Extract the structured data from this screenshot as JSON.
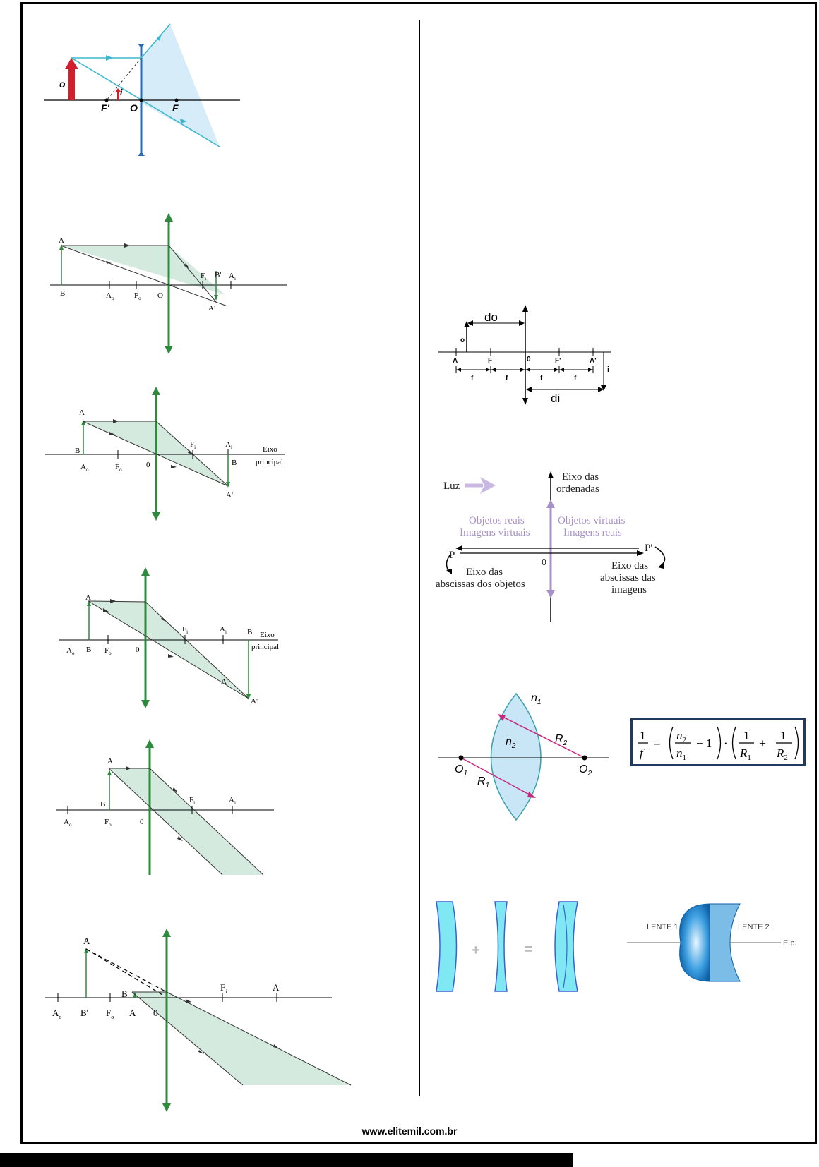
{
  "diagram1": {
    "object": "o",
    "image": "i",
    "focus_left": "F'",
    "center": "O",
    "focus_right": "F"
  },
  "diagram2": {
    "A": "A",
    "B": "B",
    "Ao": "A",
    "Ao_sub": "o",
    "Fo": "F",
    "Fo_sub": "o",
    "O": "O",
    "Fi": "F",
    "Fi_sub": "i",
    "Bp": "B'",
    "Ai": "A",
    "Ai_sub": "i",
    "Ap": "A'"
  },
  "diagram3": {
    "A": "A",
    "B": "B",
    "Ao": "A",
    "Ao_sub": "o",
    "Fo": "F",
    "Fo_sub": "o",
    "zero": "0",
    "Fi": "F",
    "Fi_sub": "i",
    "Ai": "A",
    "Ai_sub": "i",
    "B2": "B",
    "Ap": "A'",
    "axis1": "Eixo",
    "axis2": "principal"
  },
  "diagram4": {
    "A": "A",
    "Ao": "A",
    "Ao_sub": "o",
    "B": "B",
    "Fo": "F",
    "Fo_sub": "o",
    "zero": "0",
    "Fi": "F",
    "Fi_sub": "i",
    "Ai": "A",
    "Ai_sub": "i",
    "Bp": "B'",
    "Ap": "A'",
    "Ap2": "A'",
    "axis1": "Eixo",
    "axis2": "principal"
  },
  "diagram5": {
    "A": "A",
    "B": "B",
    "Ao": "A",
    "Ao_sub": "o",
    "Fo": "F",
    "Fo_sub": "o",
    "zero": "0",
    "Fi": "F",
    "Fi_sub": "i",
    "Ai": "A",
    "Ai_sub": "i"
  },
  "diagram6": {
    "A": "A",
    "B": "B",
    "Ao": "A",
    "Ao_sub": "o",
    "Bp": "B'",
    "Fo": "F",
    "Fo_sub": "o",
    "A2": "A",
    "zero": "0",
    "Fi": "F",
    "Fi_sub": "i",
    "Ai": "A",
    "Ai_sub": "i"
  },
  "diagram7": {
    "do": "do",
    "di": "di",
    "o": "o",
    "i": "i",
    "A": "A",
    "F": "F",
    "zero": "0",
    "Fp": "F'",
    "Ap": "A'",
    "f": "f"
  },
  "diagram8": {
    "luz": "Luz",
    "ordinate1": "Eixo das",
    "ordinate2": "ordenadas",
    "left_top1": "Objetos reais",
    "left_top2": "Imagens virtuais",
    "right_top1": "Objetos virtuais",
    "right_top2": "Imagens reais",
    "P": "P",
    "Pp": "P'",
    "zero": "0",
    "left_bottom1": "Eixo das",
    "left_bottom2": "abscissas dos objetos",
    "right_bottom1": "Eixo das",
    "right_bottom2": "abscissas das",
    "right_bottom3": "imagens",
    "accent": "#a890c8"
  },
  "diagram9": {
    "n1": "n",
    "n1_sub": "1",
    "n2": "n",
    "n2_sub": "2",
    "R2": "R",
    "R2_sub": "2",
    "R1": "R",
    "R1_sub": "1",
    "O1": "O",
    "O1_sub": "1",
    "O2": "O",
    "O2_sub": "2"
  },
  "formula": {
    "one": "1",
    "f": "f",
    "n2": "n",
    "n2_sub": "2",
    "n1": "n",
    "n1_sub": "1",
    "minus1": "− 1",
    "dot": "·",
    "R1": "R",
    "R1_sub": "1",
    "R2": "R",
    "R2_sub": "2",
    "plus": "+",
    "eq": "="
  },
  "diagram10": {
    "plus": "+",
    "equals": "="
  },
  "diagram11": {
    "lens1": "LENTE 1",
    "lens2": "LENTE 2",
    "axis": "E.p."
  },
  "footer": {
    "url": "www.elitemil.com.br"
  }
}
